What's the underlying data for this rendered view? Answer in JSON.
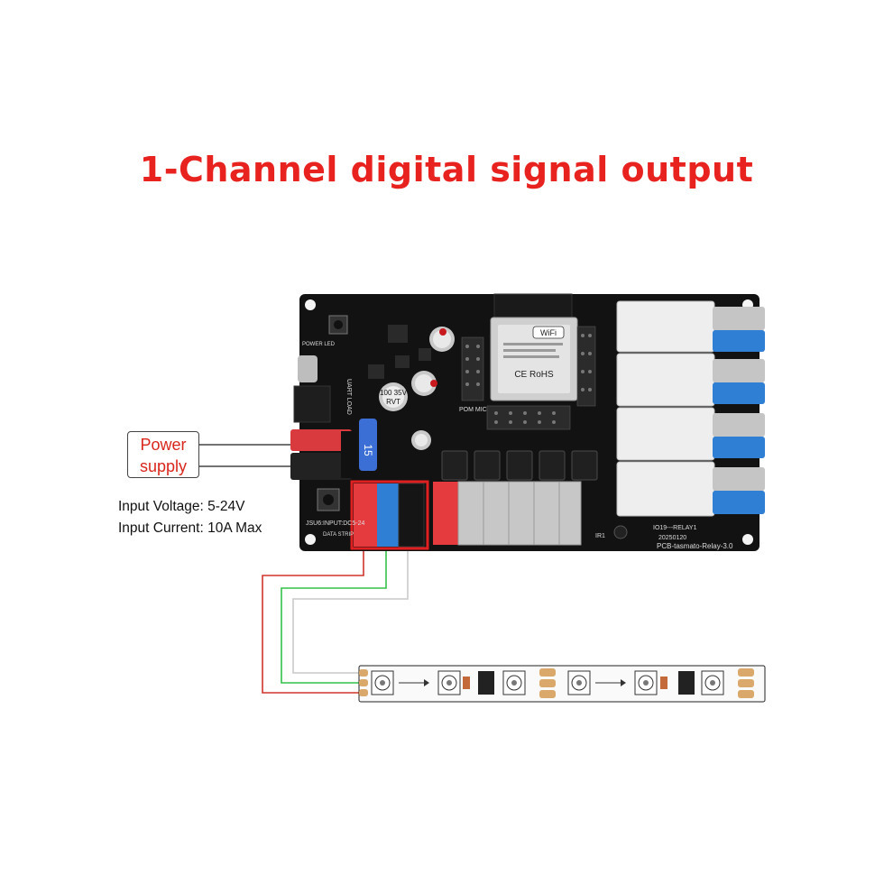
{
  "title": "1-Channel digital signal output",
  "colors": {
    "title": "#e8221f",
    "label_red": "#d9261c",
    "wire_red": "#d0342c",
    "wire_green": "#33c14a",
    "wire_white": "#c9c9c9",
    "pcb": "#121212",
    "relay": "#eeeeee",
    "terminal_blue": "#2f7fd4",
    "terminal_gray": "#c5c5c5",
    "highlight_box": "#e02020"
  },
  "power_supply": {
    "line1": "Power",
    "line2": "supply"
  },
  "specs": {
    "voltage": "Input Voltage: 5-24V",
    "current": "Input Current: 10A Max"
  },
  "pcb": {
    "model": "PCB-tasmato-Relay-3.0",
    "date": "20250120",
    "relay_label": "IO19---RELAY1",
    "input_label": "JSU6:INPUT:DC5-24",
    "data_label": "DATA STRIP",
    "pom_label": "POM MIC",
    "uart_label": "UART LOAD",
    "power_led_label": "POWER LED",
    "ir_label": "IR1",
    "cap1": "100 35V",
    "cap2": "RVT",
    "fuse": "15"
  },
  "module": {
    "wifi_badge": "WiFi",
    "certs": "CE RoHS"
  }
}
